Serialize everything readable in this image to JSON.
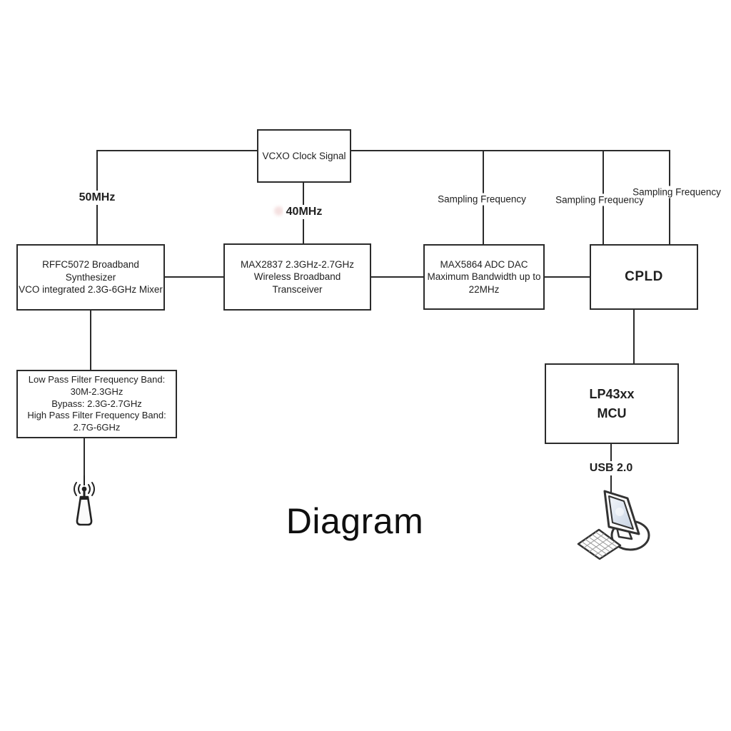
{
  "title": "Diagram",
  "colors": {
    "line": "#2b2b2b",
    "text": "#1c1c1c",
    "background": "#ffffff",
    "screen_fill": "#dce4ef"
  },
  "boxes": {
    "vcxo": {
      "label": "VCXO Clock Signal"
    },
    "rffc": {
      "label": "RFFC5072 Broadband Synthesizer\nVCO integrated 2.3G-6GHz Mixer"
    },
    "max2837": {
      "label": "MAX2837 2.3GHz-2.7GHz\nWireless Broadband\nTransceiver"
    },
    "max5864": {
      "label": "MAX5864 ADC DAC\nMaximum Bandwidth up to\n22MHz"
    },
    "cpld": {
      "label": "CPLD"
    },
    "mcu": {
      "label": "LP43xx\nMCU"
    },
    "filter": {
      "label": "Low Pass Filter Frequency Band:\n30M-2.3GHz\nBypass: 2.3G-2.7GHz\nHigh Pass Filter Frequency Band:\n2.7G-6GHz"
    }
  },
  "edge_labels": {
    "clock_to_rffc": "50MHz",
    "clock_to_max2837": "40MHz",
    "sampling_to_adc": "Sampling Frequency",
    "sampling_to_cpld_left": "Sampling Frequency",
    "sampling_to_cpld_right": "Sampling Frequency",
    "usb": "USB 2.0"
  },
  "icons": {
    "antenna": "antenna-icon",
    "computer": "desktop-computer-icon"
  }
}
